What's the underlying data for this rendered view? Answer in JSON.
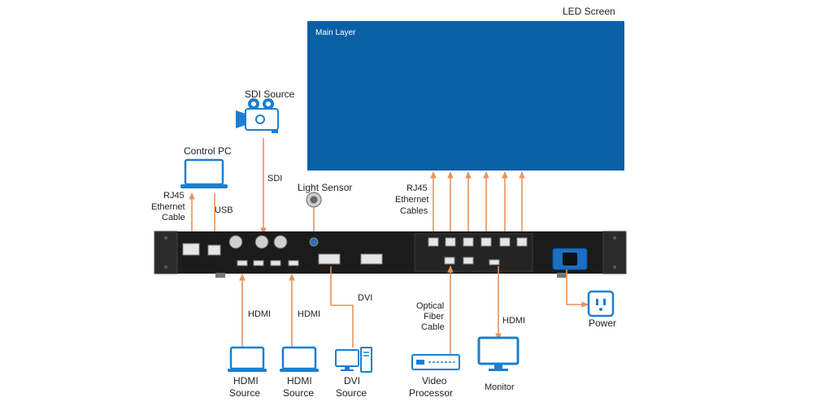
{
  "led_screen": {
    "title": "LED Screen",
    "layer_label": "Main Layer",
    "fill": "#0b5fa5"
  },
  "devices": {
    "sdi_source": "SDI Source",
    "control_pc": "Control PC",
    "light_sensor": "Light Sensor",
    "power": "Power",
    "monitor": "Monitor",
    "video_processor": [
      "Video",
      "Processor"
    ],
    "hdmi_source_1": [
      "HDMI",
      "Source"
    ],
    "hdmi_source_2": [
      "HDMI",
      "Source"
    ],
    "dvi_source": [
      "DVI",
      "Source"
    ]
  },
  "cables": {
    "rj45_pc": [
      "RJ45",
      "Ethernet",
      "Cable"
    ],
    "usb": "USB",
    "sdi": "SDI",
    "rj45_outputs": [
      "RJ45",
      "Ethernet",
      "Cables"
    ],
    "hdmi_1": "HDMI",
    "hdmi_2": "HDMI",
    "dvi": "DVI",
    "optical": [
      "Optical",
      "Fiber",
      "Cable"
    ],
    "hdmi_monitor": "HDMI"
  },
  "colors": {
    "accent_icon": "#1a7fd1",
    "wire": "#e8935a",
    "chassis": "#1b1b1b"
  },
  "icons": [
    "camera-icon",
    "laptop-icon",
    "light-sensor-icon",
    "power-socket-icon",
    "monitor-icon",
    "video-processor-icon",
    "desktop-pc-icon"
  ]
}
